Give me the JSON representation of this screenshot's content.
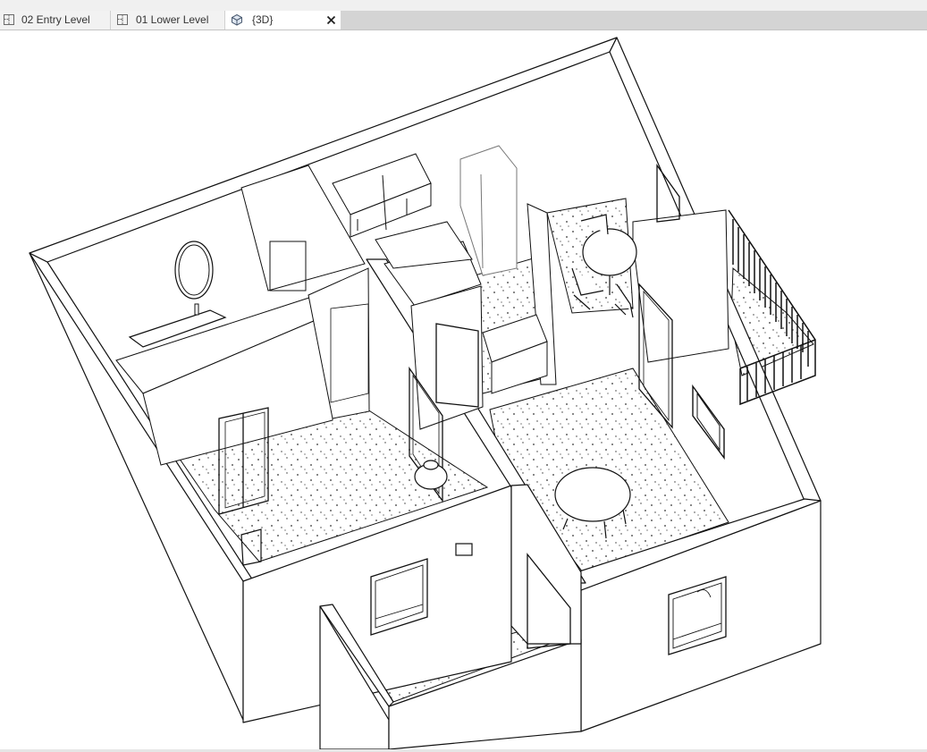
{
  "window": {
    "tabs": [
      {
        "label": "02 Entry Level",
        "icon": "floor-plan-icon",
        "active": false
      },
      {
        "label": "01 Lower Level",
        "icon": "floor-plan-icon",
        "active": false
      },
      {
        "label": "{3D}",
        "icon": "3d-view-icon",
        "active": true
      }
    ],
    "close_icon": "close-icon"
  },
  "viewport": {
    "view_type": "3D isometric model view",
    "colors": {
      "line": "#111111",
      "floor": "#ffffff",
      "tab_bar": "#d4d4d4",
      "active_tab": "#ffffff"
    }
  }
}
